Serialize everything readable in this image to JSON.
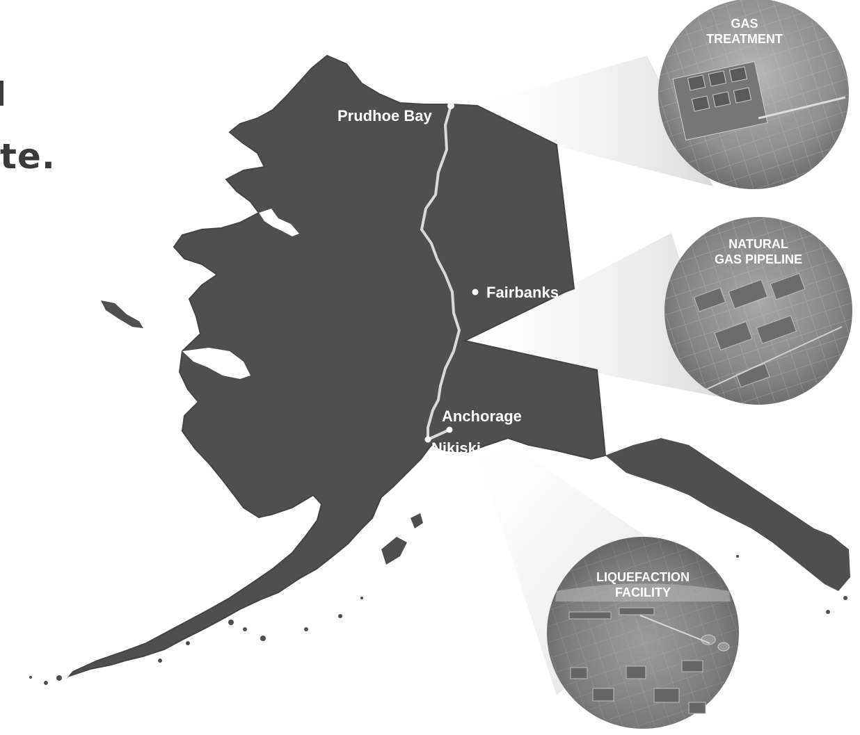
{
  "heading": {
    "fragment": "te."
  },
  "map": {
    "region": "Alaska",
    "places": {
      "prudhoe_bay": "Prudhoe Bay",
      "fairbanks": "Fairbanks",
      "anchorage": "Anchorage",
      "nikiski": "Nikiski"
    }
  },
  "callouts": {
    "gas_treatment": {
      "line1": "GAS",
      "line2": "TREATMENT"
    },
    "pipeline": {
      "line1": "NATURAL",
      "line2": "GAS PIPELINE"
    },
    "liquefaction": {
      "line1": "LIQUEFACTION",
      "line2": "FACILITY"
    }
  },
  "colors": {
    "land": "#4f4f4f",
    "land_dark": "#424242",
    "pipeline": "#d9d9d9",
    "label": "#ffffff",
    "cone": "#e6e6e6",
    "circle_fill": "#8a8a8a"
  }
}
